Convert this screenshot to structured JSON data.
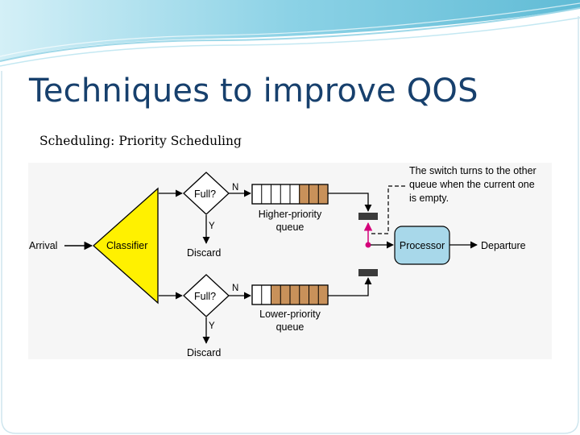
{
  "slide": {
    "title": "Techniques to improve QOS",
    "subtitle": "Scheduling: Priority Scheduling"
  },
  "diagram": {
    "arrival": "Arrival",
    "classifier": "Classifier",
    "full_top": "Full?",
    "full_bottom": "Full?",
    "n_top": "N",
    "n_bottom": "N",
    "y_top": "Y",
    "y_bottom": "Y",
    "discard_top": "Discard",
    "discard_bottom": "Discard",
    "high_queue_line1": "Higher-priority",
    "high_queue_line2": "queue",
    "low_queue_line1": "Lower-priority",
    "low_queue_line2": "queue",
    "processor": "Processor",
    "departure": "Departure",
    "note_line1": "The switch turns to the other",
    "note_line2": "queue when the current one",
    "note_line3": "is empty."
  },
  "colors": {
    "title": "#17406d",
    "classifier_fill": "#fff100",
    "queue_filled": "#c8915a",
    "processor_fill": "#a8d8ea",
    "switch_pointer": "#d4007a",
    "header_wave": "#5bbcd6"
  }
}
